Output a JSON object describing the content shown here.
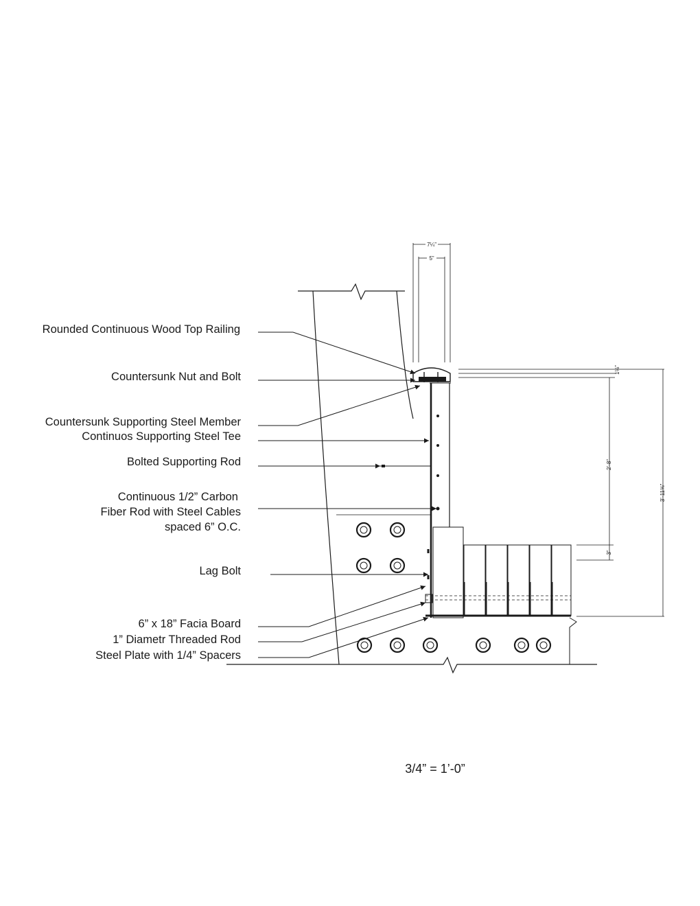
{
  "labels": {
    "top_railing": "Rounded Continuous Wood Top Railing",
    "nut_bolt": "Countersunk Nut and Bolt",
    "steel_member": "Countersunk Supporting Steel Member",
    "steel_tee": "Continuos Supporting Steel Tee",
    "supporting_rod": "Bolted Supporting Rod",
    "carbon_rod_1": "Continuous 1/2” Carbon",
    "carbon_rod_2": "Fiber Rod with Steel Cables",
    "carbon_rod_3": "spaced 6” O.C.",
    "lag_bolt": "Lag Bolt",
    "facia_board": "6” x 18” Facia Board",
    "threaded_rod": "1” Diametr Threaded Rod",
    "steel_plate": "Steel Plate with 1/4” Spacers"
  },
  "dimensions": {
    "rail_width": "7¼”",
    "post_width": "5”",
    "rail_height": "1⅛”",
    "post_height": "2’-8”",
    "curb_height": "3”",
    "overall_height": "3’-11⅝”"
  },
  "scale": "3/4” = 1’-0”"
}
